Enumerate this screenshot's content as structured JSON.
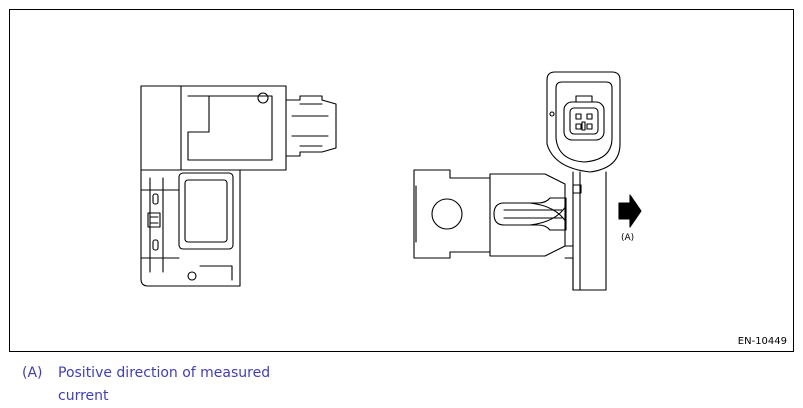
{
  "figure": {
    "id_label": "EN-10449",
    "callout_label": "(A)"
  },
  "legend": {
    "items": [
      {
        "key": "(A)",
        "text": "Positive direction of measured current"
      }
    ]
  },
  "icons": {
    "arrow": "right-arrow-icon"
  }
}
